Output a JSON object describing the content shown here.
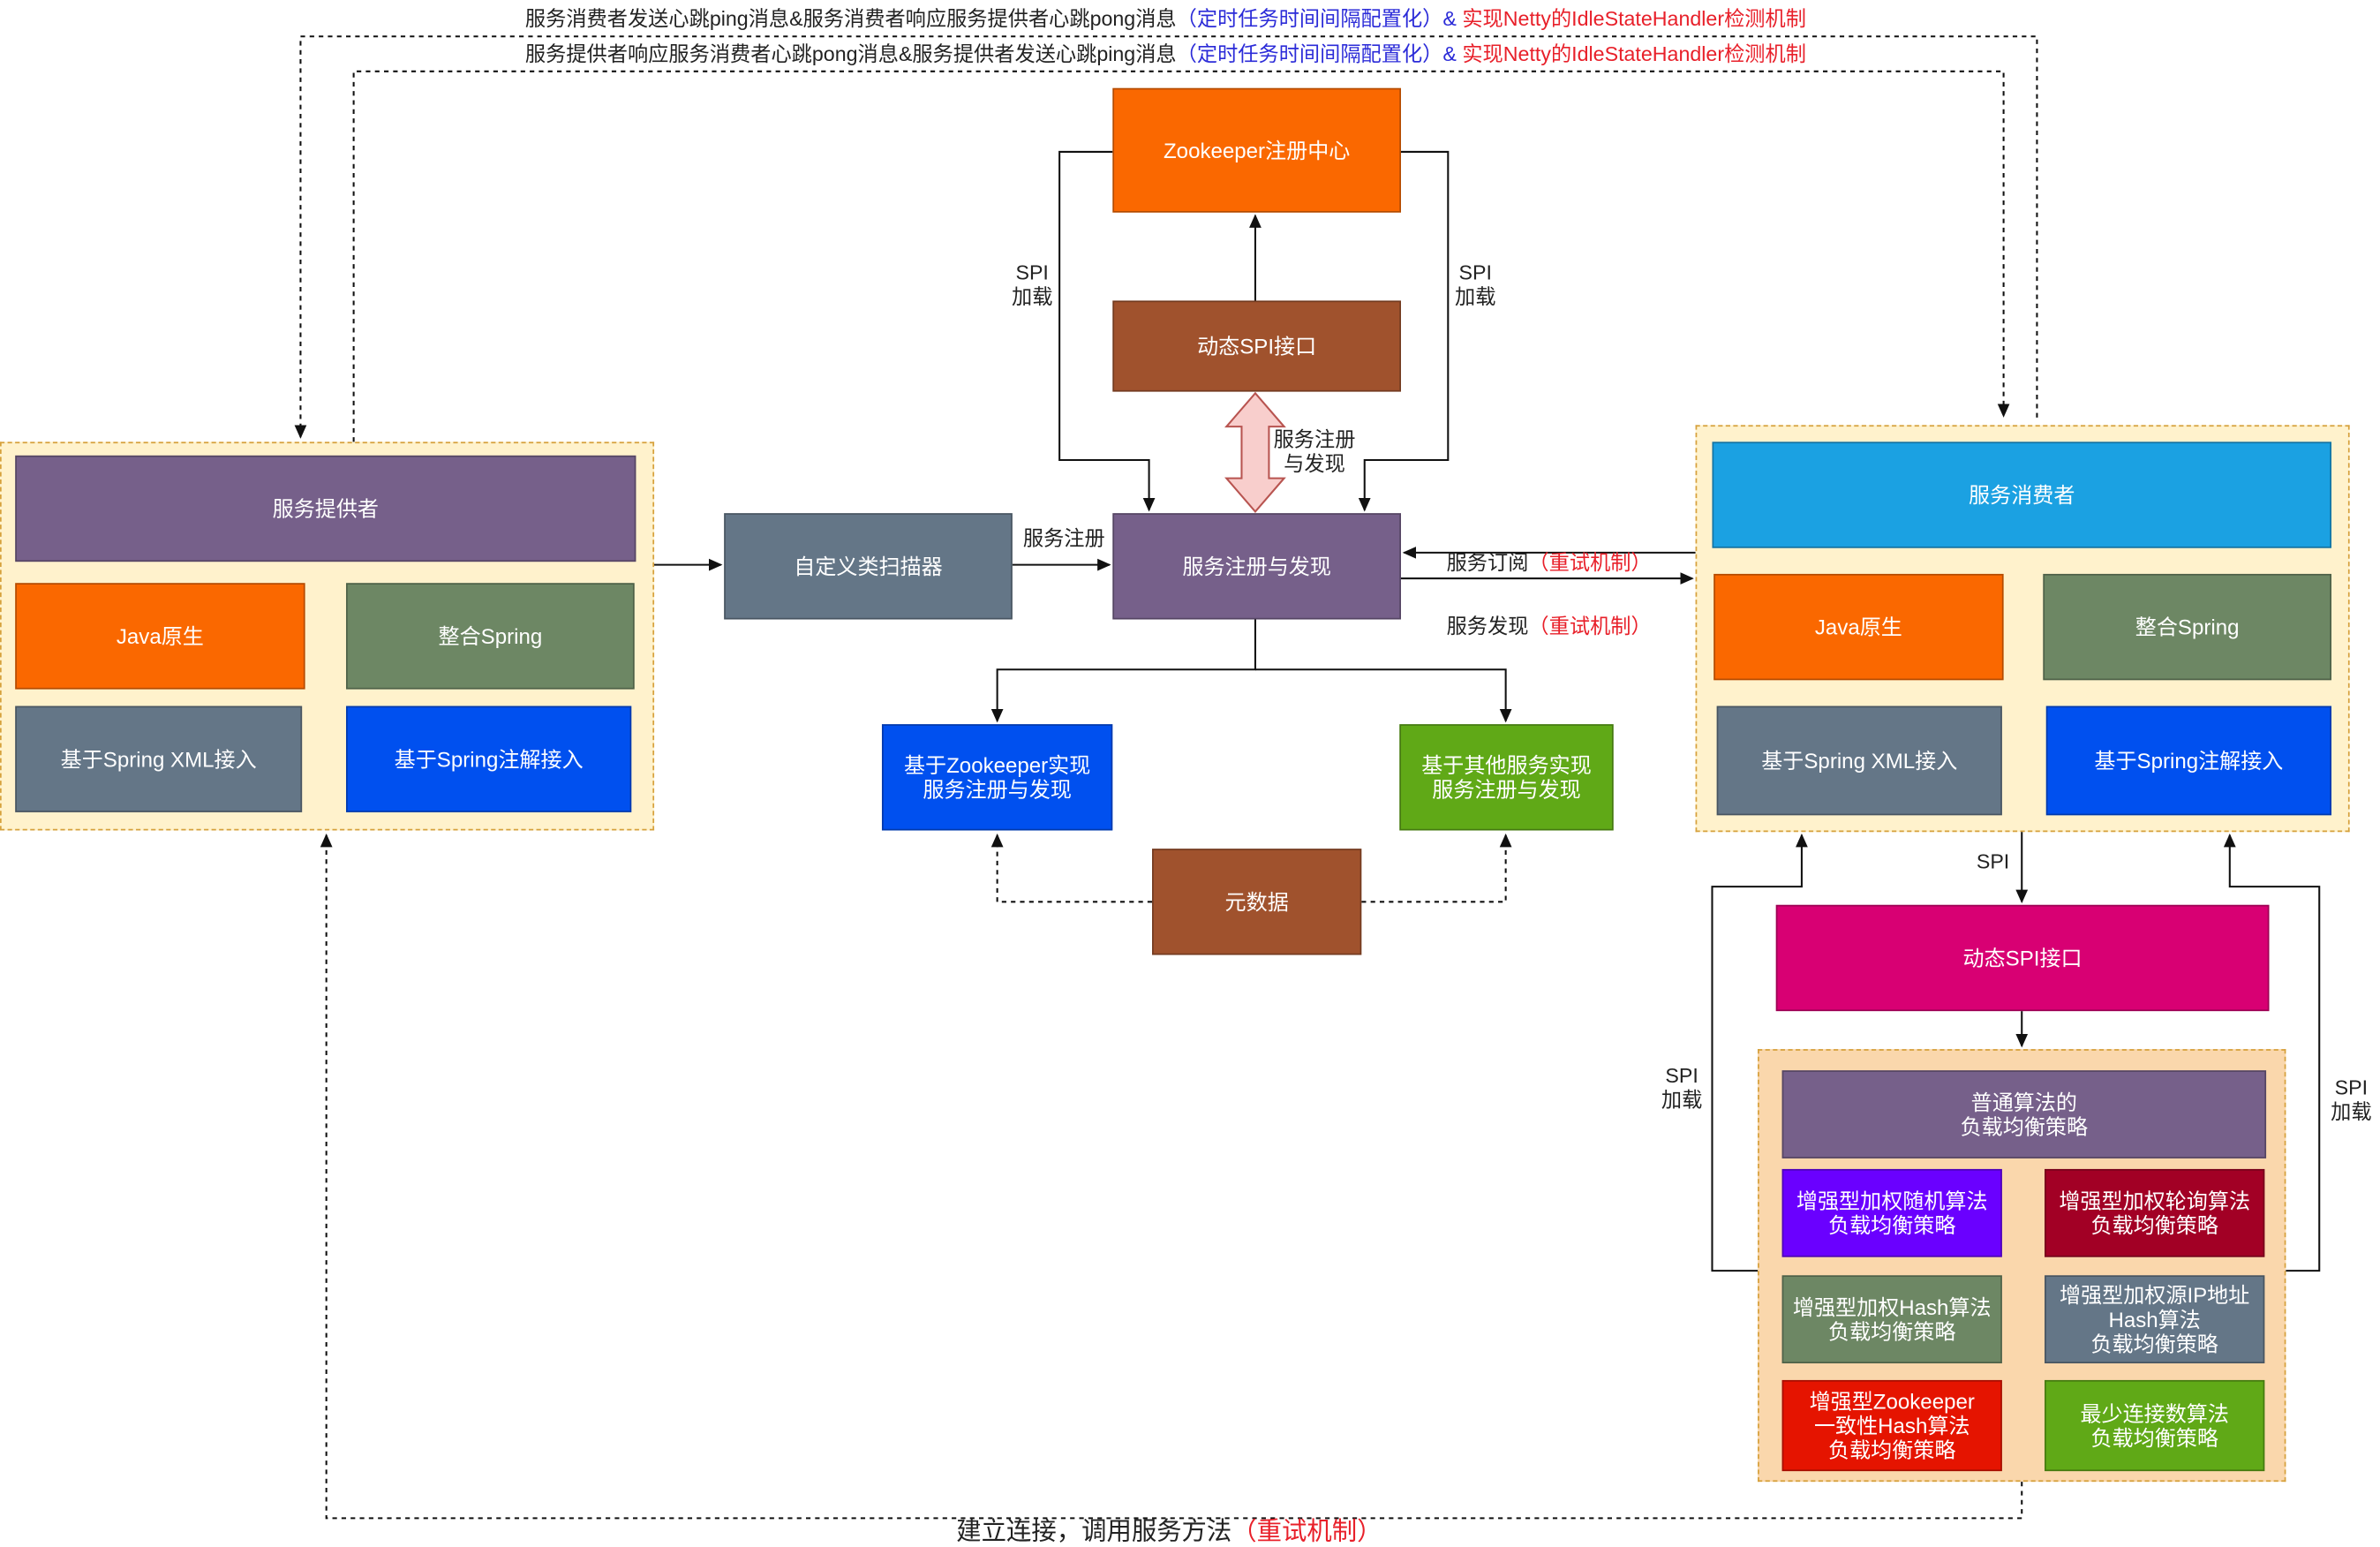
{
  "top_notes": {
    "line1": {
      "text": "服务消费者发送心跳ping消息&服务消费者响应服务提供者心跳pong消息",
      "blue": "（定时任务时间间隔配置化）",
      "amp": "& ",
      "red": "实现Netty的IdleStateHandler检测机制"
    },
    "line2": {
      "text": "服务提供者响应服务消费者心跳pong消息&服务提供者发送心跳ping消息",
      "blue": "（定时任务时间间隔配置化）",
      "amp": "& ",
      "red": "实现Netty的IdleStateHandler检测机制"
    }
  },
  "provider": {
    "title": "服务提供者",
    "java": "Java原生",
    "spring": "整合Spring",
    "xml": "基于Spring XML接入",
    "annotation": "基于Spring注解接入"
  },
  "scanner": "自定义类扫描器",
  "registry_center": "Zookeeper注册中心",
  "dynamic_spi_top": "动态SPI接口",
  "registry_discovery": "服务注册与发现",
  "zk_impl": "基于Zookeeper实现\n服务注册与发现",
  "other_impl": "基于其他服务实现\n服务注册与发现",
  "metadata": "元数据",
  "consumer": {
    "title": "服务消费者",
    "java": "Java原生",
    "spring": "整合Spring",
    "xml": "基于Spring XML接入",
    "annotation": "基于Spring注解接入"
  },
  "dynamic_spi_bottom": "动态SPI接口",
  "load_balance": {
    "normal": "普通算法的\n负载均衡策略",
    "random": "增强型加权随机算法\n负载均衡策略",
    "round_robin": "增强型加权轮询算法\n负载均衡策略",
    "hash": "增强型加权Hash算法\n负载均衡策略",
    "ip_hash": "增强型加权源IP地址\nHash算法\n负载均衡策略",
    "consistent_hash": "增强型Zookeeper\n一致性Hash算法\n负载均衡策略",
    "least_conn": "最少连接数算法\n负载均衡策略"
  },
  "labels": {
    "spi_load": "SPI\n加载",
    "register": "服务注册",
    "reg_disc": "服务注册\n与发现",
    "subscribe": "服务订阅",
    "discover": "服务发现",
    "retry": "（重试机制）",
    "spi": "SPI",
    "connect": "建立连接，调用服务方法",
    "connect_retry": "（重试机制）"
  },
  "colors": {
    "purple": "#76608a",
    "orange": "#fa6800",
    "green_grey": "#6d8764",
    "slate": "#647687",
    "blue": "#0050ef",
    "brown": "#a0522d",
    "green": "#60a917",
    "cyan": "#1ba1e2",
    "magenta": "#d80073",
    "violet": "#6a00ff",
    "crimson": "#a20025",
    "red": "#e51400",
    "group_fill": "#fff2cc",
    "lb_fill": "#fad7ac"
  }
}
